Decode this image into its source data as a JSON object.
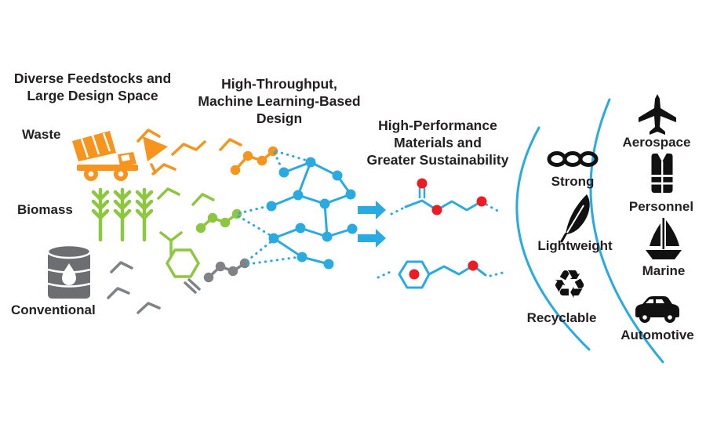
{
  "colors": {
    "orange": "#F7941D",
    "green": "#8DC63F",
    "gray": "#808285",
    "dark_gray": "#6D6E71",
    "blue": "#29ABE2",
    "red": "#ED1C24",
    "ink": "#111111",
    "background": "#FFFFFF"
  },
  "headings": {
    "feedstocks": "Diverse Feedstocks and\nLarge Design Space",
    "design": "High-Throughput,\nMachine Learning-Based\nDesign",
    "materials": "High-Performance\nMaterials and\nGreater Sustainability"
  },
  "feedstocks": {
    "items": [
      {
        "label": "Waste",
        "icon": "dump-truck-icon",
        "color": "#F7941D"
      },
      {
        "label": "Biomass",
        "icon": "wheat-icon",
        "color": "#8DC63F"
      },
      {
        "label": "Conventional",
        "icon": "oil-barrel-icon",
        "color": "#808285"
      }
    ]
  },
  "properties": {
    "items": [
      {
        "label": "Strong",
        "icon": "chain-links-icon"
      },
      {
        "label": "Lightweight",
        "icon": "feather-icon"
      },
      {
        "label": "Recyclable",
        "icon": "recycle-icon",
        "glyph": "♻"
      }
    ]
  },
  "applications": {
    "items": [
      {
        "label": "Aerospace",
        "icon": "airplane-icon"
      },
      {
        "label": "Personnel",
        "icon": "life-vest-icon"
      },
      {
        "label": "Marine",
        "icon": "sailboat-icon"
      },
      {
        "label": "Automotive",
        "icon": "car-icon"
      }
    ]
  }
}
